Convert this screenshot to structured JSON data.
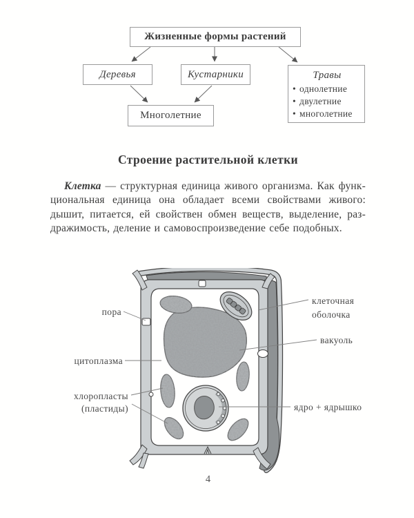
{
  "page": {
    "number": "4"
  },
  "flowchart": {
    "title": "Жизненные формы растений",
    "bullet": "•",
    "nodes": {
      "trees": "Деревья",
      "shrubs": "Кустарники",
      "grasses": "Травы",
      "perennial": "Многолетние"
    },
    "grass_items": [
      "однолетние",
      "двулетние",
      "многолетние"
    ]
  },
  "section": {
    "heading": "Строение растительной клетки",
    "intro": {
      "term": "Клетка",
      "lines": [
        " — структурная единица живого организма. Как функ-",
        "циональная единица она обладает всеми свойствами живого:",
        "дышит, питается, ей свойствен обмен веществ, выделение, раз-",
        "дражимость, деление и самовоспроизведение себе подобных."
      ]
    }
  },
  "figure": {
    "labels": {
      "pore": "пора",
      "cytoplasm": "цитоплазма",
      "chloroplasts_line1": "хлоропласты",
      "chloroplasts_line2": "(пластиды)",
      "wall_line1": "клеточная",
      "wall_line2": "оболочка",
      "vacuole": "вакуоль",
      "nucleus": "ядро + ядрышко"
    }
  },
  "colors": {
    "ink": "#3a3a3a",
    "box_border": "#9a9a9a",
    "wall_light": "#ccd0d2",
    "wall_dark": "#8e9294",
    "organelle": "#b2b6b8",
    "leader_line": "#808080"
  }
}
